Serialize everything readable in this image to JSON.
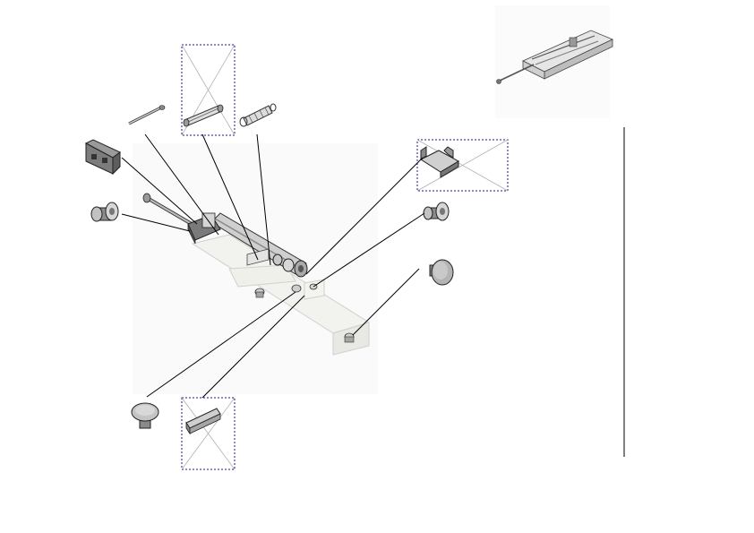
{
  "diagram": {
    "kind": "exploded-parts-view",
    "colors": {
      "background": "#ffffff",
      "frame_fill": "#f4f4f4",
      "part_light": "#e2e2e2",
      "part_mid": "#b8b8b8",
      "part_dark": "#6a6a6a",
      "outline": "#2a2a2a",
      "leader": "#000000",
      "placeholder_border": "#1a1a8c",
      "placeholder_cross": "#b0b0b0"
    },
    "parts": [
      {
        "id": "overview-assembly",
        "icon": "assembly-thumbnail-icon"
      },
      {
        "id": "main-frame",
        "icon": "frame-icon"
      },
      {
        "id": "cylinder-tube",
        "icon": "cylinder-icon"
      },
      {
        "id": "mounting-bracket-left",
        "icon": "bracket-icon"
      },
      {
        "id": "push-rod",
        "icon": "rod-icon"
      },
      {
        "id": "roller-in-box",
        "icon": "roller-icon"
      },
      {
        "id": "spring",
        "icon": "spring-icon"
      },
      {
        "id": "knob-left",
        "icon": "knob-icon"
      },
      {
        "id": "bracket-in-box",
        "icon": "bracket-icon"
      },
      {
        "id": "knob-right",
        "icon": "knob-icon"
      },
      {
        "id": "cap-right",
        "icon": "cap-icon"
      },
      {
        "id": "cap-bottom",
        "icon": "cap-icon"
      },
      {
        "id": "clip-in-box",
        "icon": "clip-icon"
      }
    ],
    "placeholder_boxes": [
      {
        "id": "placeholder-roller"
      },
      {
        "id": "placeholder-bracket"
      },
      {
        "id": "placeholder-clip"
      }
    ]
  }
}
